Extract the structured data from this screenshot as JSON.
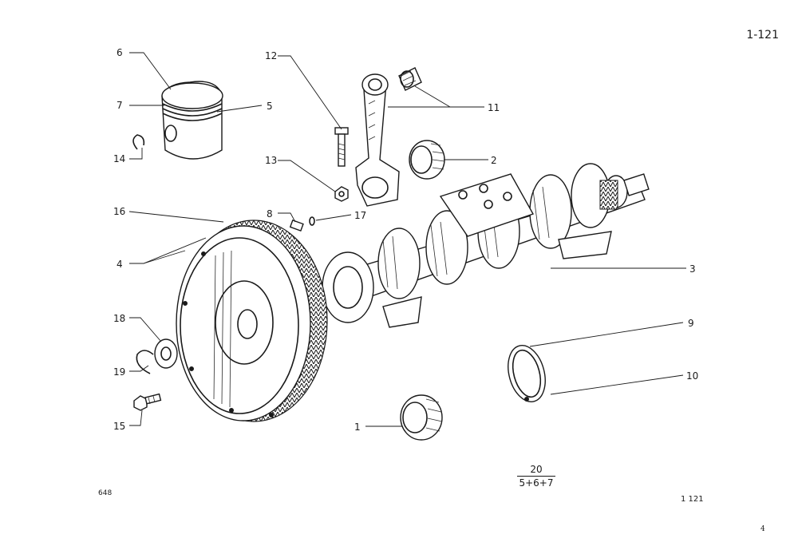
{
  "header": {
    "page_number": "1-121"
  },
  "footer": {
    "left_ref": "648",
    "right_ref": "1 121",
    "corner_number": "4",
    "fraction_numerator": "20",
    "fraction_denominator": "5+6+7"
  },
  "callouts": {
    "c1": "1",
    "c2": "2",
    "c3": "3",
    "c4": "4",
    "c5": "5",
    "c6": "6",
    "c7": "7",
    "c8": "8",
    "c9": "9",
    "c10": "10",
    "c11": "11",
    "c12": "12",
    "c13": "13",
    "c14": "14",
    "c15": "15",
    "c16": "16",
    "c17": "17",
    "c18": "18",
    "c19": "19"
  }
}
